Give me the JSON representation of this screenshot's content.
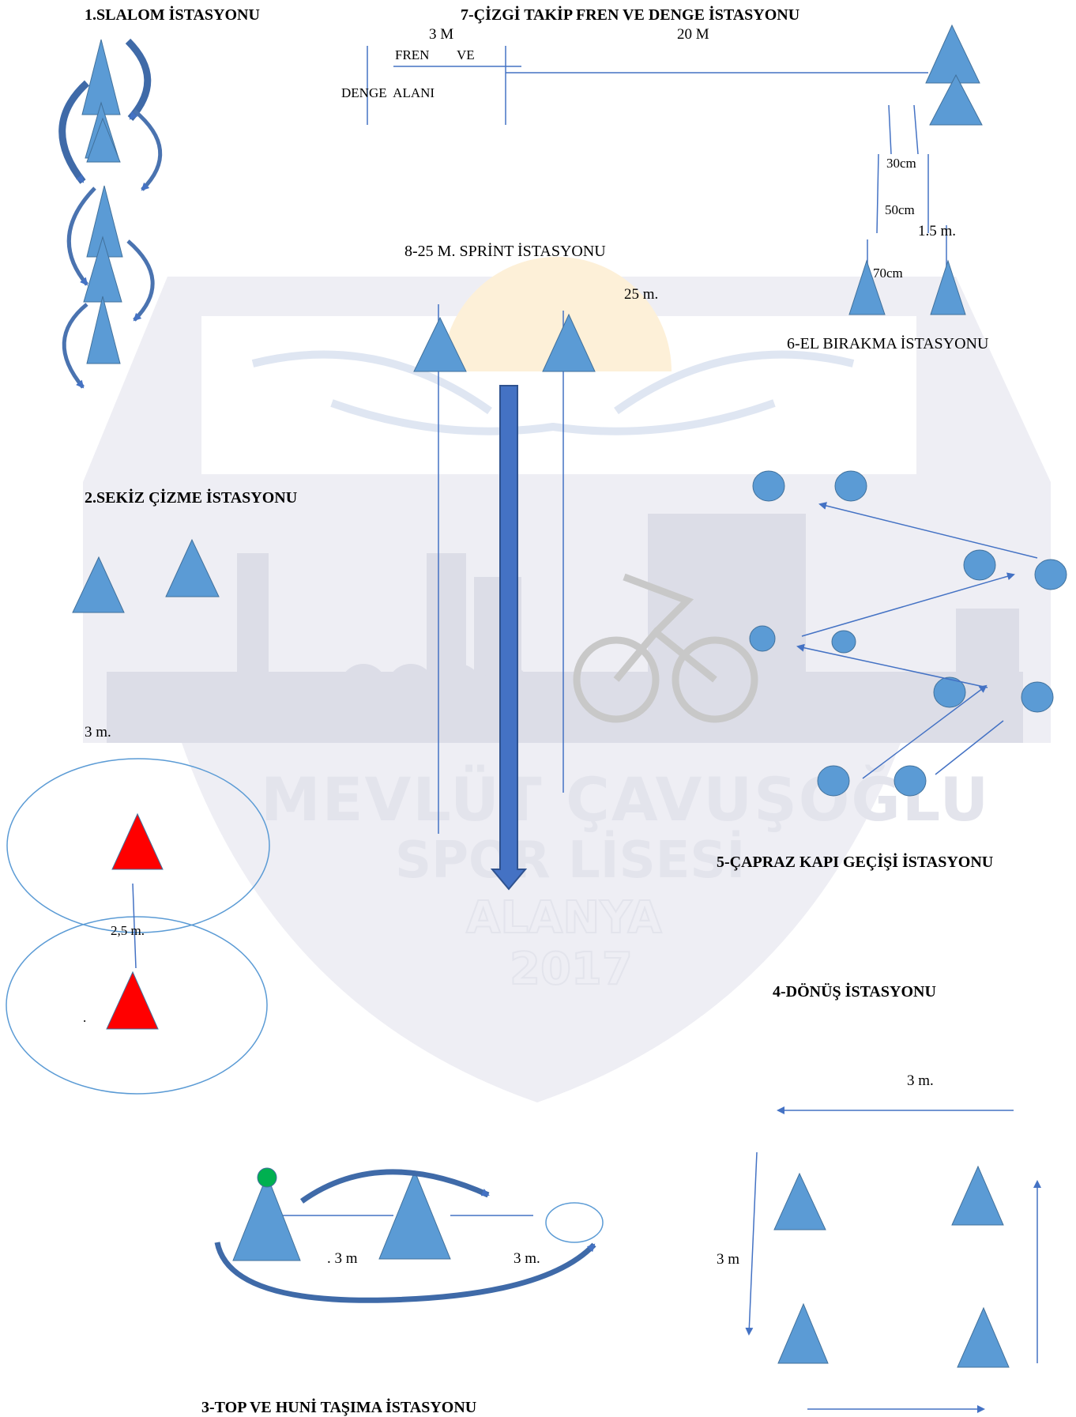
{
  "stations": {
    "slalom": "1.SLALOM İSTASYONU",
    "figure8": "2.SEKİZ ÇİZME İSTASYONU",
    "ball_cone": "3-TOP VE HUNİ TAŞIMA İSTASYONU",
    "turn": "4-DÖNÜŞ İSTASYONU",
    "cross_gate": "5-ÇAPRAZ KAPI GEÇİŞİ İSTASYONU",
    "hand_release": "6-EL BIRAKMA İSTASYONU",
    "line_follow": "7-ÇİZGİ TAKİP FREN VE DENGE İSTASYONU",
    "sprint": "8-25 M. SPRİNT İSTASYONU"
  },
  "measurements": {
    "s7_3m": "3 M",
    "s7_20m": "20 M",
    "s7_fren": "FREN",
    "s7_ve": "VE",
    "s7_denge_alani": "DENGE  ALANI",
    "s6_30cm": "30cm",
    "s6_50cm": "50cm",
    "s6_15m": "1.5 m.",
    "s6_70cm": "70cm",
    "s8_25m": "25 m.",
    "s2_3m": "3 m.",
    "s2_25m": "2,5 m.",
    "s2_dot": ".",
    "s3_3m_a": ". 3 m",
    "s3_3m_b": "3 m.",
    "s4_3m_top": "3 m.",
    "s4_3m_left": "3 m"
  },
  "watermark": {
    "line1": "MEVLÜT ÇAVUŞOĞLU",
    "line2": "SPOR LİSESİ",
    "line3": "ALANYA",
    "line4": "2017"
  },
  "colors": {
    "cone_blue": "#5b9bd5",
    "cone_blue_stroke": "#41719c",
    "cone_red": "#ff0000",
    "arrow_blue": "#4472c4",
    "ball_green": "#00b050",
    "watermark_gray": "#e3e4ec"
  }
}
